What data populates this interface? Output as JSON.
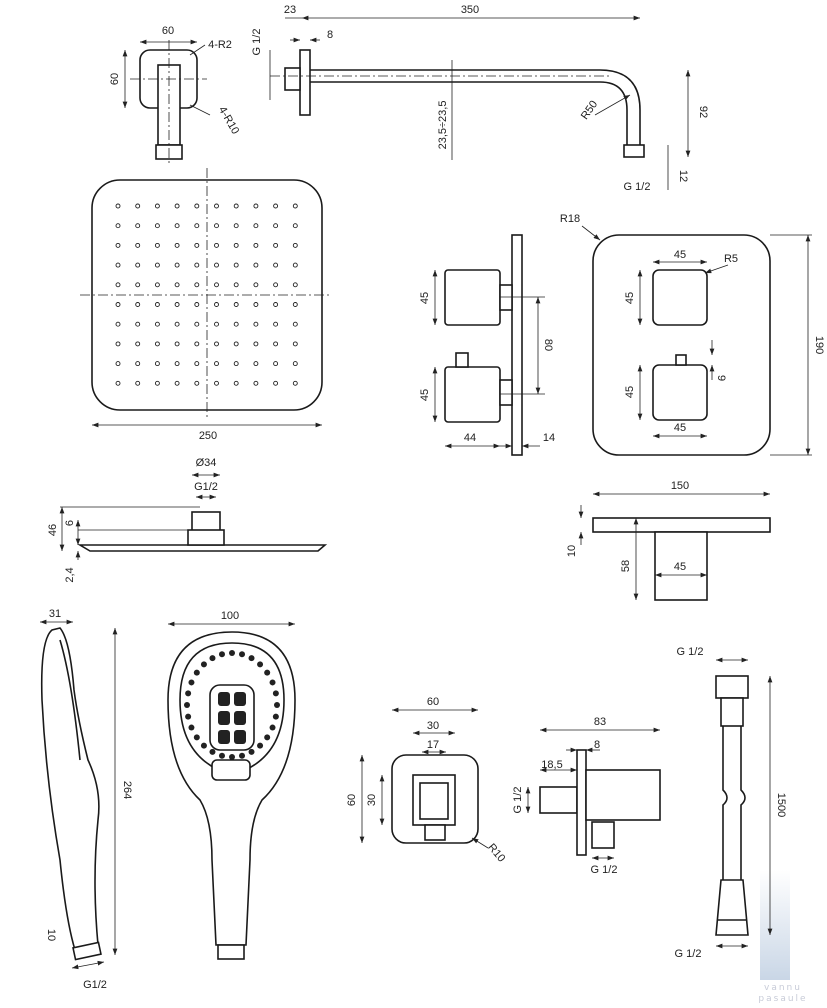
{
  "wall_bracket": {
    "width": "60",
    "height": "60",
    "corner_small": "4-R2",
    "corner_large": "4-R10"
  },
  "shower_arm": {
    "offset": "23",
    "length": "350",
    "thread_wall": "G 1/2",
    "plate": "8",
    "bore": "23,5÷23,5",
    "bend_radius": "R50",
    "drop": "92",
    "thread_end": "G 1/2",
    "nut": "12"
  },
  "head_front": {
    "width": "250"
  },
  "thermostat_side": {
    "knob_top": "45",
    "knob_bottom": "45",
    "spacing": "80",
    "depth": "44",
    "plate": "14"
  },
  "thermostat_front": {
    "corner": "R18",
    "knob_w_top": "45",
    "knob_corner": "R5",
    "knob_h_top": "45",
    "knob_h_bottom": "45",
    "pin": "9",
    "knob_w_bottom": "45",
    "height": "190"
  },
  "thermostat_top": {
    "width": "150",
    "plate": "10",
    "depth": "58",
    "knob": "45"
  },
  "head_side": {
    "diameter": "Ø34",
    "thread": "G1/2",
    "height": "46",
    "neck": "6",
    "plate": "2,4"
  },
  "hand_side": {
    "thickness": "31",
    "length": "264",
    "tip": "10",
    "thread": "G1/2"
  },
  "hand_front": {
    "width": "100"
  },
  "outlet_front": {
    "width": "60",
    "inner": "30",
    "hole": "17",
    "height": "60",
    "inner_h": "30",
    "corner": "R10"
  },
  "outlet_side": {
    "depth": "83",
    "plate": "8",
    "offset": "18,5",
    "thread_in": "G 1/2",
    "thread_out": "G 1/2"
  },
  "hose": {
    "thread_top": "G 1/2",
    "length": "1500",
    "thread_bottom": "G 1/2"
  },
  "watermark": {
    "line1": "vannu",
    "line2": "pasaule"
  }
}
